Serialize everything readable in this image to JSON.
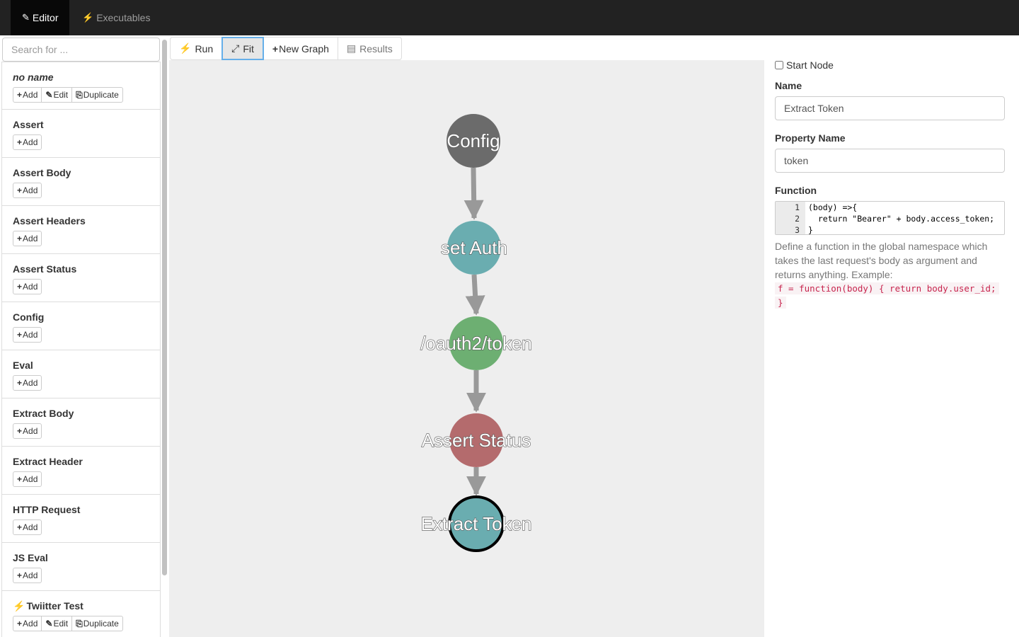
{
  "nav": {
    "tabs": [
      {
        "label": "Editor",
        "icon": "edit-icon",
        "active": true
      },
      {
        "label": "Executables",
        "icon": "bolt-icon",
        "active": false
      }
    ]
  },
  "sidebar": {
    "search_placeholder": "Search for ...",
    "items": [
      {
        "title": "no name",
        "buttons": [
          "Add",
          "Edit",
          "Duplicate"
        ]
      },
      {
        "title": "Assert",
        "buttons": [
          "Add"
        ]
      },
      {
        "title": "Assert Body",
        "buttons": [
          "Add"
        ]
      },
      {
        "title": "Assert Headers",
        "buttons": [
          "Add"
        ]
      },
      {
        "title": "Assert Status",
        "buttons": [
          "Add"
        ]
      },
      {
        "title": "Config",
        "buttons": [
          "Add"
        ]
      },
      {
        "title": "Eval",
        "buttons": [
          "Add"
        ]
      },
      {
        "title": "Extract Body",
        "buttons": [
          "Add"
        ]
      },
      {
        "title": "Extract Header",
        "buttons": [
          "Add"
        ]
      },
      {
        "title": "HTTP Request",
        "buttons": [
          "Add"
        ]
      },
      {
        "title": "JS Eval",
        "buttons": [
          "Add"
        ]
      },
      {
        "title": "Twiitter Test",
        "buttons": [
          "Add",
          "Edit",
          "Duplicate"
        ]
      }
    ]
  },
  "toolbar": {
    "run": "Run",
    "fit": "Fit",
    "new_graph": "New Graph",
    "results": "Results"
  },
  "graph": {
    "nodes": [
      {
        "label": "Config",
        "color": "#6b6b6b",
        "selected": false
      },
      {
        "label": "set Auth",
        "color": "#6aadb0",
        "selected": false
      },
      {
        "label": "/oauth2/token",
        "color": "#6daf72",
        "selected": false
      },
      {
        "label": "Assert Status",
        "color": "#b46b6d",
        "selected": false
      },
      {
        "label": "Extract Token",
        "color": "#6aadb0",
        "selected": true
      }
    ]
  },
  "panel": {
    "start_node_label": "Start Node",
    "start_node_checked": false,
    "name_label": "Name",
    "name_value": "Extract Token",
    "property_label": "Property Name",
    "property_value": "token",
    "function_label": "Function",
    "code_lines": [
      {
        "num": "1",
        "text": "(body) =>{"
      },
      {
        "num": "2",
        "text": "  return \"Bearer\" + body.access_token;"
      },
      {
        "num": "3",
        "text": "}"
      }
    ],
    "help_text": "Define a function in the global namespace which takes the last request's body as argument and returns anything. Example:",
    "example_line1": "f = function(body) { return body.user_id;",
    "example_line2": "}"
  }
}
